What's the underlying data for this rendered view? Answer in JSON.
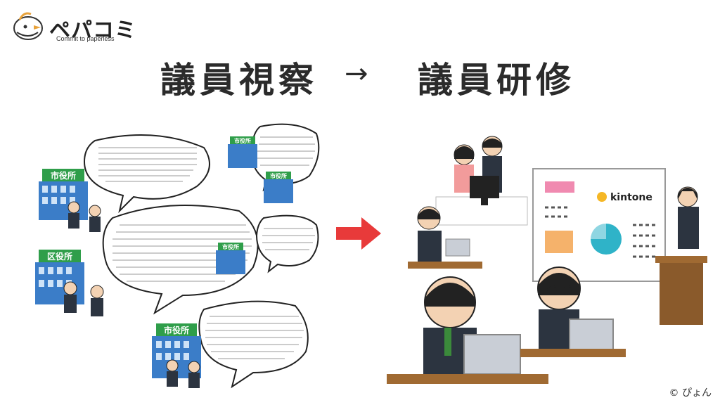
{
  "logo": {
    "name": "ペパコミ",
    "tagline": "Commit to paperless"
  },
  "title": {
    "left": "議員視察",
    "arrow": "→",
    "right": "議員研修"
  },
  "buildings": {
    "city_hall": "市役所",
    "ward_office": "区役所"
  },
  "board": {
    "brand": "kintone"
  },
  "credit": "© ぴょん",
  "colors": {
    "arrow": "#e83a3a",
    "building_blue": "#3b7dc8",
    "building_green": "#2f9e4a",
    "pie": "#2fb3c8",
    "board_pink": "#f08ab0",
    "board_orange": "#f5b26b"
  }
}
